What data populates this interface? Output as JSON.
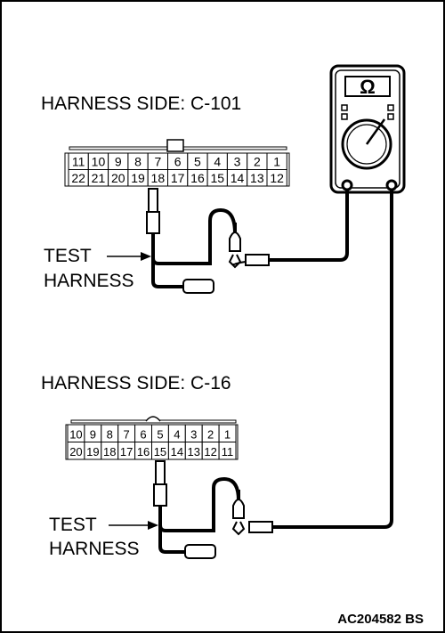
{
  "meter": {
    "symbol": "Ω"
  },
  "connector_c101": {
    "label": "HARNESS SIDE: C-101",
    "top_row": [
      "11",
      "10",
      "9",
      "8",
      "7",
      "6",
      "5",
      "4",
      "3",
      "2",
      "1"
    ],
    "bottom_row": [
      "22",
      "21",
      "20",
      "19",
      "18",
      "17",
      "16",
      "15",
      "14",
      "13",
      "12"
    ],
    "probe_pin": "18"
  },
  "connector_c16": {
    "label": "HARNESS SIDE: C-16",
    "top_row": [
      "10",
      "9",
      "8",
      "7",
      "6",
      "5",
      "4",
      "3",
      "2",
      "1"
    ],
    "bottom_row": [
      "20",
      "19",
      "18",
      "17",
      "16",
      "15",
      "14",
      "13",
      "12",
      "11"
    ],
    "probe_pin": "15"
  },
  "test_harness_label_1": {
    "line1": "TEST",
    "line2": "HARNESS"
  },
  "test_harness_label_2": {
    "line1": "TEST",
    "line2": "HARNESS"
  },
  "figure_code": "AC204582 BS"
}
